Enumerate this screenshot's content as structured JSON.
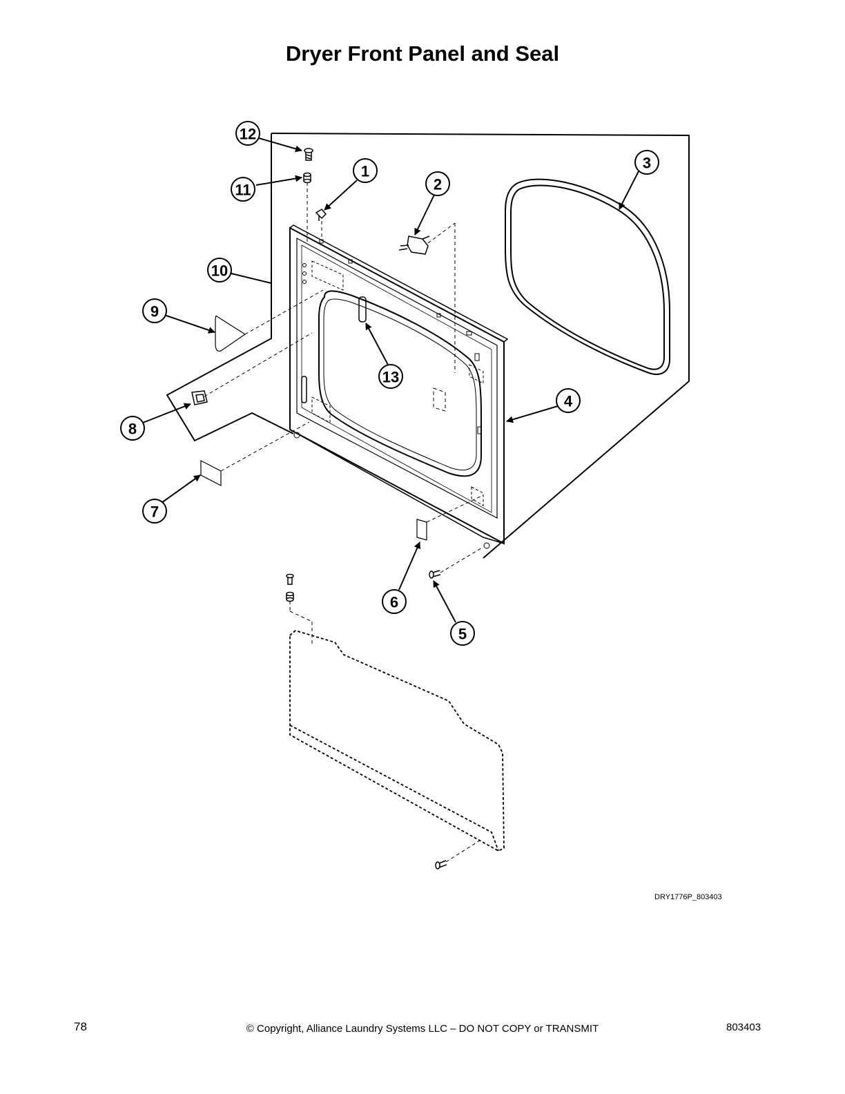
{
  "page": {
    "title": "Dryer Front Panel and Seal",
    "figure_id": "DRY1776P_803403",
    "page_number": "78",
    "copyright": "© Copyright, Alliance Laundry Systems LLC – DO NOT COPY or TRANSMIT",
    "document_number": "803403"
  },
  "callouts": [
    "1",
    "2",
    "3",
    "4",
    "5",
    "6",
    "7",
    "8",
    "9",
    "10",
    "11",
    "12",
    "13"
  ]
}
